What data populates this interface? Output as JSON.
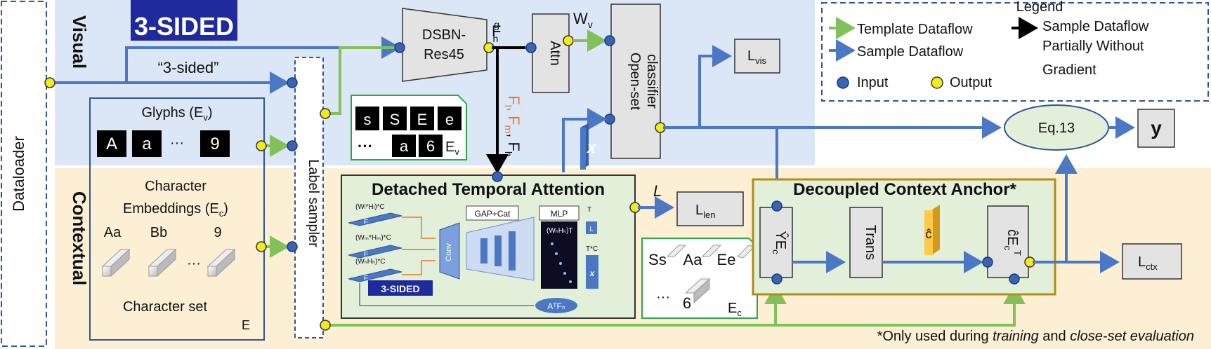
{
  "colors": {
    "visual_bg": "#dbe7f6",
    "contextual_bg": "#fcefd3",
    "template_flow": "#82c15a",
    "sample_flow": "#4a78c4",
    "gradientless_flow": "#000000",
    "input_port": "#3a63b8",
    "output_port": "#f2ea1b",
    "module_fill": "#e3e3e3",
    "green_box": "#e2efd9",
    "gold_border": "#b58b15",
    "ecc_fill": "#ffc94a",
    "orange_text": "#e87a24"
  },
  "dataloader": {
    "label": "Dataloader"
  },
  "sections": {
    "visual": "Visual",
    "contextual": "Contextual"
  },
  "top_image_text": "3-SIDED",
  "quote_label": "“3-sided”",
  "glyphs": {
    "title_main": "Glyphs (E",
    "title_sub": "v",
    "title_end": ")",
    "tiles": [
      "A",
      "a",
      "9"
    ],
    "ellipsis": "···"
  },
  "char_embeddings": {
    "title_line1": "Character",
    "title_line2_main": "Embeddings (E",
    "title_line2_sub": "c",
    "title_line2_end": ")",
    "items": [
      "Aa",
      "Bb",
      "9"
    ],
    "ellipsis": "···"
  },
  "char_set": {
    "label": "Character set",
    "symbol": "E"
  },
  "label_sampler": {
    "label": "Label sampler"
  },
  "ev_box": {
    "row1": [
      "s",
      "S",
      "E",
      "e"
    ],
    "row2": [
      "a",
      "6"
    ],
    "ellipsis": "···",
    "label_main": "E",
    "label_sub": "v"
  },
  "ec_box": {
    "row1": [
      "Ss",
      "Aa",
      "Ee"
    ],
    "row2_item": "6",
    "ellipsis": "···",
    "label_main": "E",
    "label_sub": "c"
  },
  "dsbn": {
    "line1": "DSBN-",
    "line2": "Res45"
  },
  "fhg": {
    "main": "F",
    "sub": "h",
    "sup": "g"
  },
  "features": {
    "fl": "F",
    "fl_sub": "l",
    "fm": "F",
    "fm_sub": "m",
    "fh": "F",
    "fh_sub": "h"
  },
  "attn": {
    "label": "Attn"
  },
  "wv": {
    "main": "W",
    "sub": "v"
  },
  "classifier": {
    "line1": "Open-set",
    "line2": "classifier"
  },
  "x_label": "x",
  "lvis": {
    "main": "L",
    "sub": "vis"
  },
  "eq13": {
    "label": "Eq.13"
  },
  "y_out": {
    "label": "y"
  },
  "dta": {
    "title": "Detached Temporal Attention",
    "dim_fl": "(Wₗ*Hₗ)*C",
    "dim_fm": "(Wₘ*Hₘ)*C",
    "dim_fh": "(WₕHₕ)*C",
    "conv": "Conv",
    "gap": "GAP+Cat",
    "mlp": "MLP",
    "t_small": "T",
    "l_small": "L",
    "attn_dim": "(WₕHₕ)T",
    "tc": "T*C",
    "x_small": "x",
    "atfh": "AᵀFₕ",
    "word": "3-SIDED"
  },
  "len_out": {
    "italic": "L",
    "loss_main": "L",
    "loss_sub": "len"
  },
  "dca": {
    "title": "Decoupled Context Anchor*",
    "left_main": "ŶE",
    "left_sub": "c",
    "trans": "Trans",
    "chat": "ĉ",
    "right_main": "ĉE",
    "right_sub": "c",
    "right_sup": "T"
  },
  "lctx": {
    "main": "L",
    "sub": "ctx"
  },
  "legend": {
    "title": "Legend",
    "template": "Template Dataflow",
    "sample": "Sample Dataflow",
    "gradless_line1": "Sample Dataflow",
    "gradless_line2": "Partially Without",
    "gradless_line3": "Gradient",
    "input": "Input",
    "output": "Output"
  },
  "footnote": {
    "pre": "*Only used during ",
    "training": "training",
    "mid": " and ",
    "closeset": "close-set evaluation"
  }
}
